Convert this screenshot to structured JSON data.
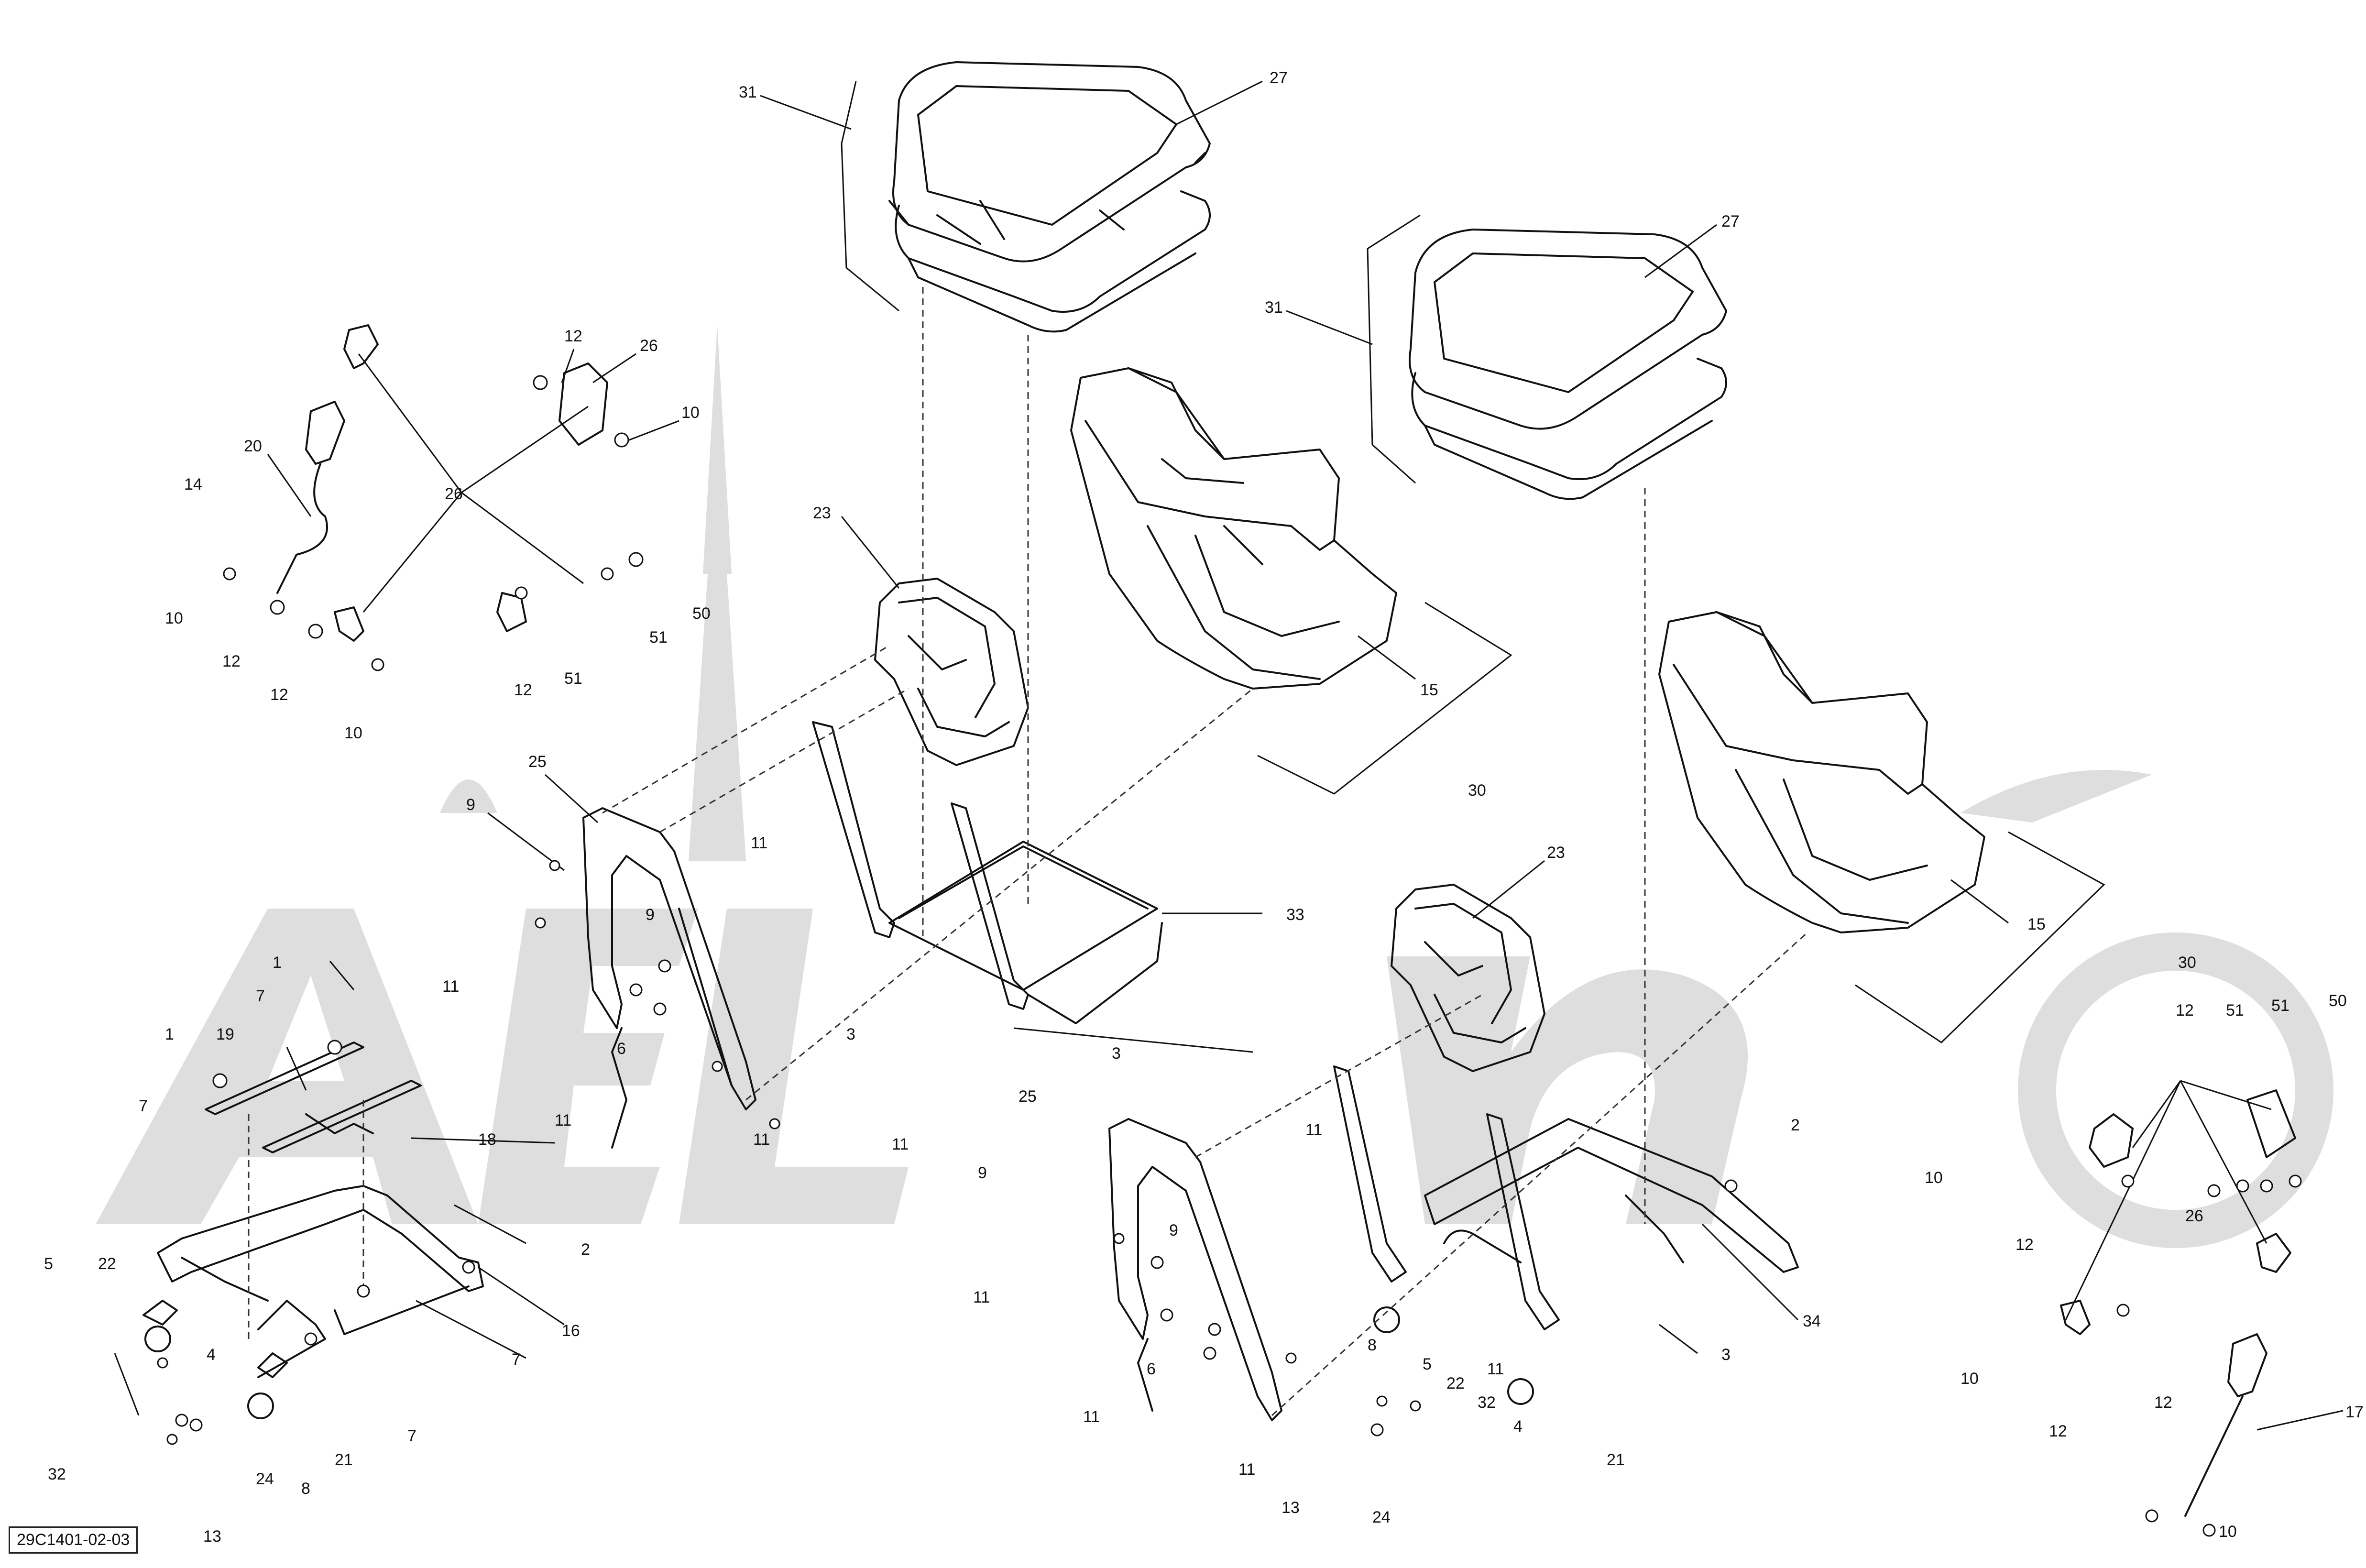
{
  "reference_code": "29C1401-02-03",
  "callouts": [
    {
      "id": "c1",
      "label": "31"
    },
    {
      "id": "c2",
      "label": "27"
    },
    {
      "id": "c3",
      "label": "31"
    },
    {
      "id": "c4",
      "label": "27"
    },
    {
      "id": "c5",
      "label": "12"
    },
    {
      "id": "c6",
      "label": "26"
    },
    {
      "id": "c7",
      "label": "10"
    },
    {
      "id": "c8",
      "label": "20"
    },
    {
      "id": "c9",
      "label": "14"
    },
    {
      "id": "c10",
      "label": "26"
    },
    {
      "id": "c11",
      "label": "10"
    },
    {
      "id": "c12",
      "label": "12"
    },
    {
      "id": "c13",
      "label": "12"
    },
    {
      "id": "c14",
      "label": "10"
    },
    {
      "id": "c15",
      "label": "12"
    },
    {
      "id": "c16",
      "label": "51"
    },
    {
      "id": "c17",
      "label": "51"
    },
    {
      "id": "c18",
      "label": "50"
    },
    {
      "id": "c19",
      "label": "23"
    },
    {
      "id": "c20",
      "label": "15"
    },
    {
      "id": "c21",
      "label": "30"
    },
    {
      "id": "c22",
      "label": "25"
    },
    {
      "id": "c23",
      "label": "9"
    },
    {
      "id": "c24",
      "label": "9"
    },
    {
      "id": "c25",
      "label": "11"
    },
    {
      "id": "c26",
      "label": "11"
    },
    {
      "id": "c27",
      "label": "33"
    },
    {
      "id": "c28",
      "label": "6"
    },
    {
      "id": "c29",
      "label": "3"
    },
    {
      "id": "c30",
      "label": "3"
    },
    {
      "id": "c31",
      "label": "11"
    },
    {
      "id": "c32",
      "label": "11"
    },
    {
      "id": "c33",
      "label": "11"
    },
    {
      "id": "c34",
      "label": "1"
    },
    {
      "id": "c35",
      "label": "7"
    },
    {
      "id": "c36",
      "label": "1"
    },
    {
      "id": "c37",
      "label": "19"
    },
    {
      "id": "c38",
      "label": "7"
    },
    {
      "id": "c39",
      "label": "18"
    },
    {
      "id": "c40",
      "label": "2"
    },
    {
      "id": "c41",
      "label": "16"
    },
    {
      "id": "c42",
      "label": "7"
    },
    {
      "id": "c43",
      "label": "7"
    },
    {
      "id": "c44",
      "label": "5"
    },
    {
      "id": "c45",
      "label": "22"
    },
    {
      "id": "c46",
      "label": "4"
    },
    {
      "id": "c47",
      "label": "32"
    },
    {
      "id": "c48",
      "label": "8"
    },
    {
      "id": "c49",
      "label": "21"
    },
    {
      "id": "c50",
      "label": "24"
    },
    {
      "id": "c51",
      "label": "13"
    },
    {
      "id": "c52",
      "label": "23"
    },
    {
      "id": "c53",
      "label": "15"
    },
    {
      "id": "c54",
      "label": "30"
    },
    {
      "id": "c55",
      "label": "25"
    },
    {
      "id": "c56",
      "label": "9"
    },
    {
      "id": "c57",
      "label": "9"
    },
    {
      "id": "c58",
      "label": "11"
    },
    {
      "id": "c59",
      "label": "11"
    },
    {
      "id": "c60",
      "label": "2"
    },
    {
      "id": "c61",
      "label": "6"
    },
    {
      "id": "c62",
      "label": "11"
    },
    {
      "id": "c63",
      "label": "11"
    },
    {
      "id": "c64",
      "label": "11"
    },
    {
      "id": "c65",
      "label": "34"
    },
    {
      "id": "c66",
      "label": "3"
    },
    {
      "id": "c67",
      "label": "8"
    },
    {
      "id": "c68",
      "label": "5"
    },
    {
      "id": "c69",
      "label": "22"
    },
    {
      "id": "c70",
      "label": "32"
    },
    {
      "id": "c71",
      "label": "4"
    },
    {
      "id": "c72",
      "label": "21"
    },
    {
      "id": "c73",
      "label": "13"
    },
    {
      "id": "c74",
      "label": "24"
    },
    {
      "id": "c75",
      "label": "12"
    },
    {
      "id": "c76",
      "label": "51"
    },
    {
      "id": "c77",
      "label": "51"
    },
    {
      "id": "c78",
      "label": "50"
    },
    {
      "id": "c79",
      "label": "10"
    },
    {
      "id": "c80",
      "label": "12"
    },
    {
      "id": "c81",
      "label": "26"
    },
    {
      "id": "c82",
      "label": "10"
    },
    {
      "id": "c83",
      "label": "12"
    },
    {
      "id": "c84",
      "label": "12"
    },
    {
      "id": "c85",
      "label": "17"
    },
    {
      "id": "c86",
      "label": "10"
    }
  ]
}
